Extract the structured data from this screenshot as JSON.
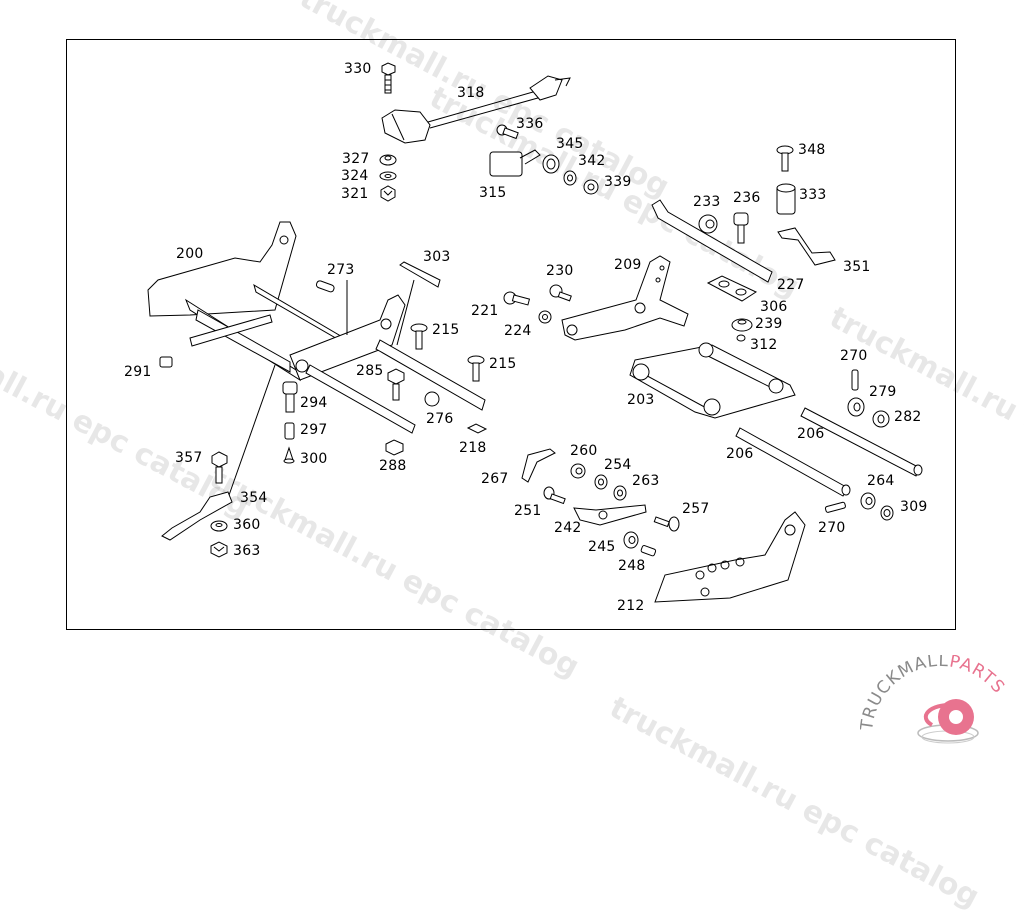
{
  "diagram": {
    "type": "exploded-parts-diagram",
    "subject": "seat frame / seat adjuster assembly",
    "callouts": [
      {
        "id": "330",
        "label": "330"
      },
      {
        "id": "318",
        "label": "318"
      },
      {
        "id": "336",
        "label": "336"
      },
      {
        "id": "345",
        "label": "345"
      },
      {
        "id": "342",
        "label": "342"
      },
      {
        "id": "339",
        "label": "339"
      },
      {
        "id": "315",
        "label": "315"
      },
      {
        "id": "327",
        "label": "327"
      },
      {
        "id": "324",
        "label": "324"
      },
      {
        "id": "321",
        "label": "321"
      },
      {
        "id": "348",
        "label": "348"
      },
      {
        "id": "333",
        "label": "333"
      },
      {
        "id": "233",
        "label": "233"
      },
      {
        "id": "236",
        "label": "236"
      },
      {
        "id": "351",
        "label": "351"
      },
      {
        "id": "227",
        "label": "227"
      },
      {
        "id": "306",
        "label": "306"
      },
      {
        "id": "239",
        "label": "239"
      },
      {
        "id": "312",
        "label": "312"
      },
      {
        "id": "200",
        "label": "200"
      },
      {
        "id": "303",
        "label": "303"
      },
      {
        "id": "273",
        "label": "273"
      },
      {
        "id": "230",
        "label": "230"
      },
      {
        "id": "209",
        "label": "209"
      },
      {
        "id": "221",
        "label": "221"
      },
      {
        "id": "224",
        "label": "224"
      },
      {
        "id": "215a",
        "label": "215"
      },
      {
        "id": "215b",
        "label": "215"
      },
      {
        "id": "285",
        "label": "285"
      },
      {
        "id": "291",
        "label": "291"
      },
      {
        "id": "294",
        "label": "294"
      },
      {
        "id": "297",
        "label": "297"
      },
      {
        "id": "300",
        "label": "300"
      },
      {
        "id": "276",
        "label": "276"
      },
      {
        "id": "218",
        "label": "218"
      },
      {
        "id": "288",
        "label": "288"
      },
      {
        "id": "203",
        "label": "203"
      },
      {
        "id": "270a",
        "label": "270"
      },
      {
        "id": "279",
        "label": "279"
      },
      {
        "id": "282",
        "label": "282"
      },
      {
        "id": "206a",
        "label": "206"
      },
      {
        "id": "206b",
        "label": "206"
      },
      {
        "id": "264",
        "label": "264"
      },
      {
        "id": "309",
        "label": "309"
      },
      {
        "id": "270b",
        "label": "270"
      },
      {
        "id": "357",
        "label": "357"
      },
      {
        "id": "354",
        "label": "354"
      },
      {
        "id": "360",
        "label": "360"
      },
      {
        "id": "363",
        "label": "363"
      },
      {
        "id": "267",
        "label": "267"
      },
      {
        "id": "260",
        "label": "260"
      },
      {
        "id": "254",
        "label": "254"
      },
      {
        "id": "263",
        "label": "263"
      },
      {
        "id": "251",
        "label": "251"
      },
      {
        "id": "242",
        "label": "242"
      },
      {
        "id": "257",
        "label": "257"
      },
      {
        "id": "245",
        "label": "245"
      },
      {
        "id": "248",
        "label": "248"
      },
      {
        "id": "212",
        "label": "212"
      }
    ]
  },
  "watermarks": [
    "truckmall.ru epc catalog",
    "truckmall.ru epc catalog",
    "truckmall.ru epc catalog",
    "truckmall.ru epc catalog",
    "truckmall.ru epc catalog",
    "truckmall.ru epc catalog"
  ],
  "logo": {
    "text_primary": "TRUCKMALL",
    "text_secondary": "PARTS",
    "primary_color": "#8a8a8a",
    "accent_color": "#e8738f"
  }
}
